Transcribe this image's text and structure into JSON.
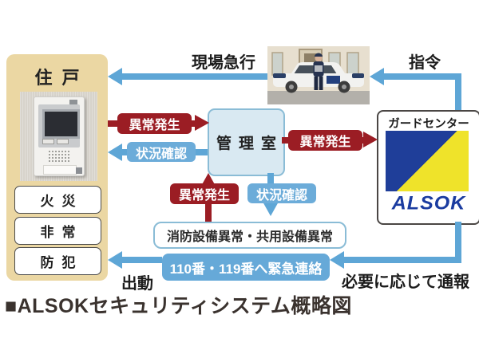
{
  "caption": "■ALSOKセキュリティシステム概略図",
  "residence": {
    "title": "住戸",
    "alarm_buttons": [
      {
        "label": "火災"
      },
      {
        "label": "非常"
      },
      {
        "label": "防犯"
      }
    ]
  },
  "control_room": {
    "label": "管理室"
  },
  "guard_center": {
    "title": "ガードセンター",
    "brand": "ALSOK"
  },
  "facility_box": {
    "label": "消防設備異常・共用設備異常"
  },
  "emergency_box": {
    "label": "110番・119番へ緊急連絡"
  },
  "flows": {
    "to_scene": {
      "label": "現場急行"
    },
    "command": {
      "label": "指令"
    },
    "resident_alert": {
      "label": "異常発生"
    },
    "resident_status": {
      "label": "状況確認"
    },
    "room_to_guard_alert": {
      "label": "異常発生"
    },
    "facility_alert": {
      "label": "異常発生"
    },
    "facility_status": {
      "label": "状況確認"
    },
    "dispatch": {
      "label": "出動"
    },
    "notify": {
      "label": "必要に応じて通報"
    }
  },
  "colors": {
    "alert_red": "#9b1d24",
    "flow_blue": "#5ea6d6",
    "pill_blue": "#6cacd9",
    "residence_beige": "#ebd7a3",
    "room_fill": "#d9e9f2",
    "room_border": "#8abcd6",
    "logo_blue": "#1f3e99",
    "logo_yellow": "#efe32a",
    "brand_blue": "#1b3ca0"
  }
}
